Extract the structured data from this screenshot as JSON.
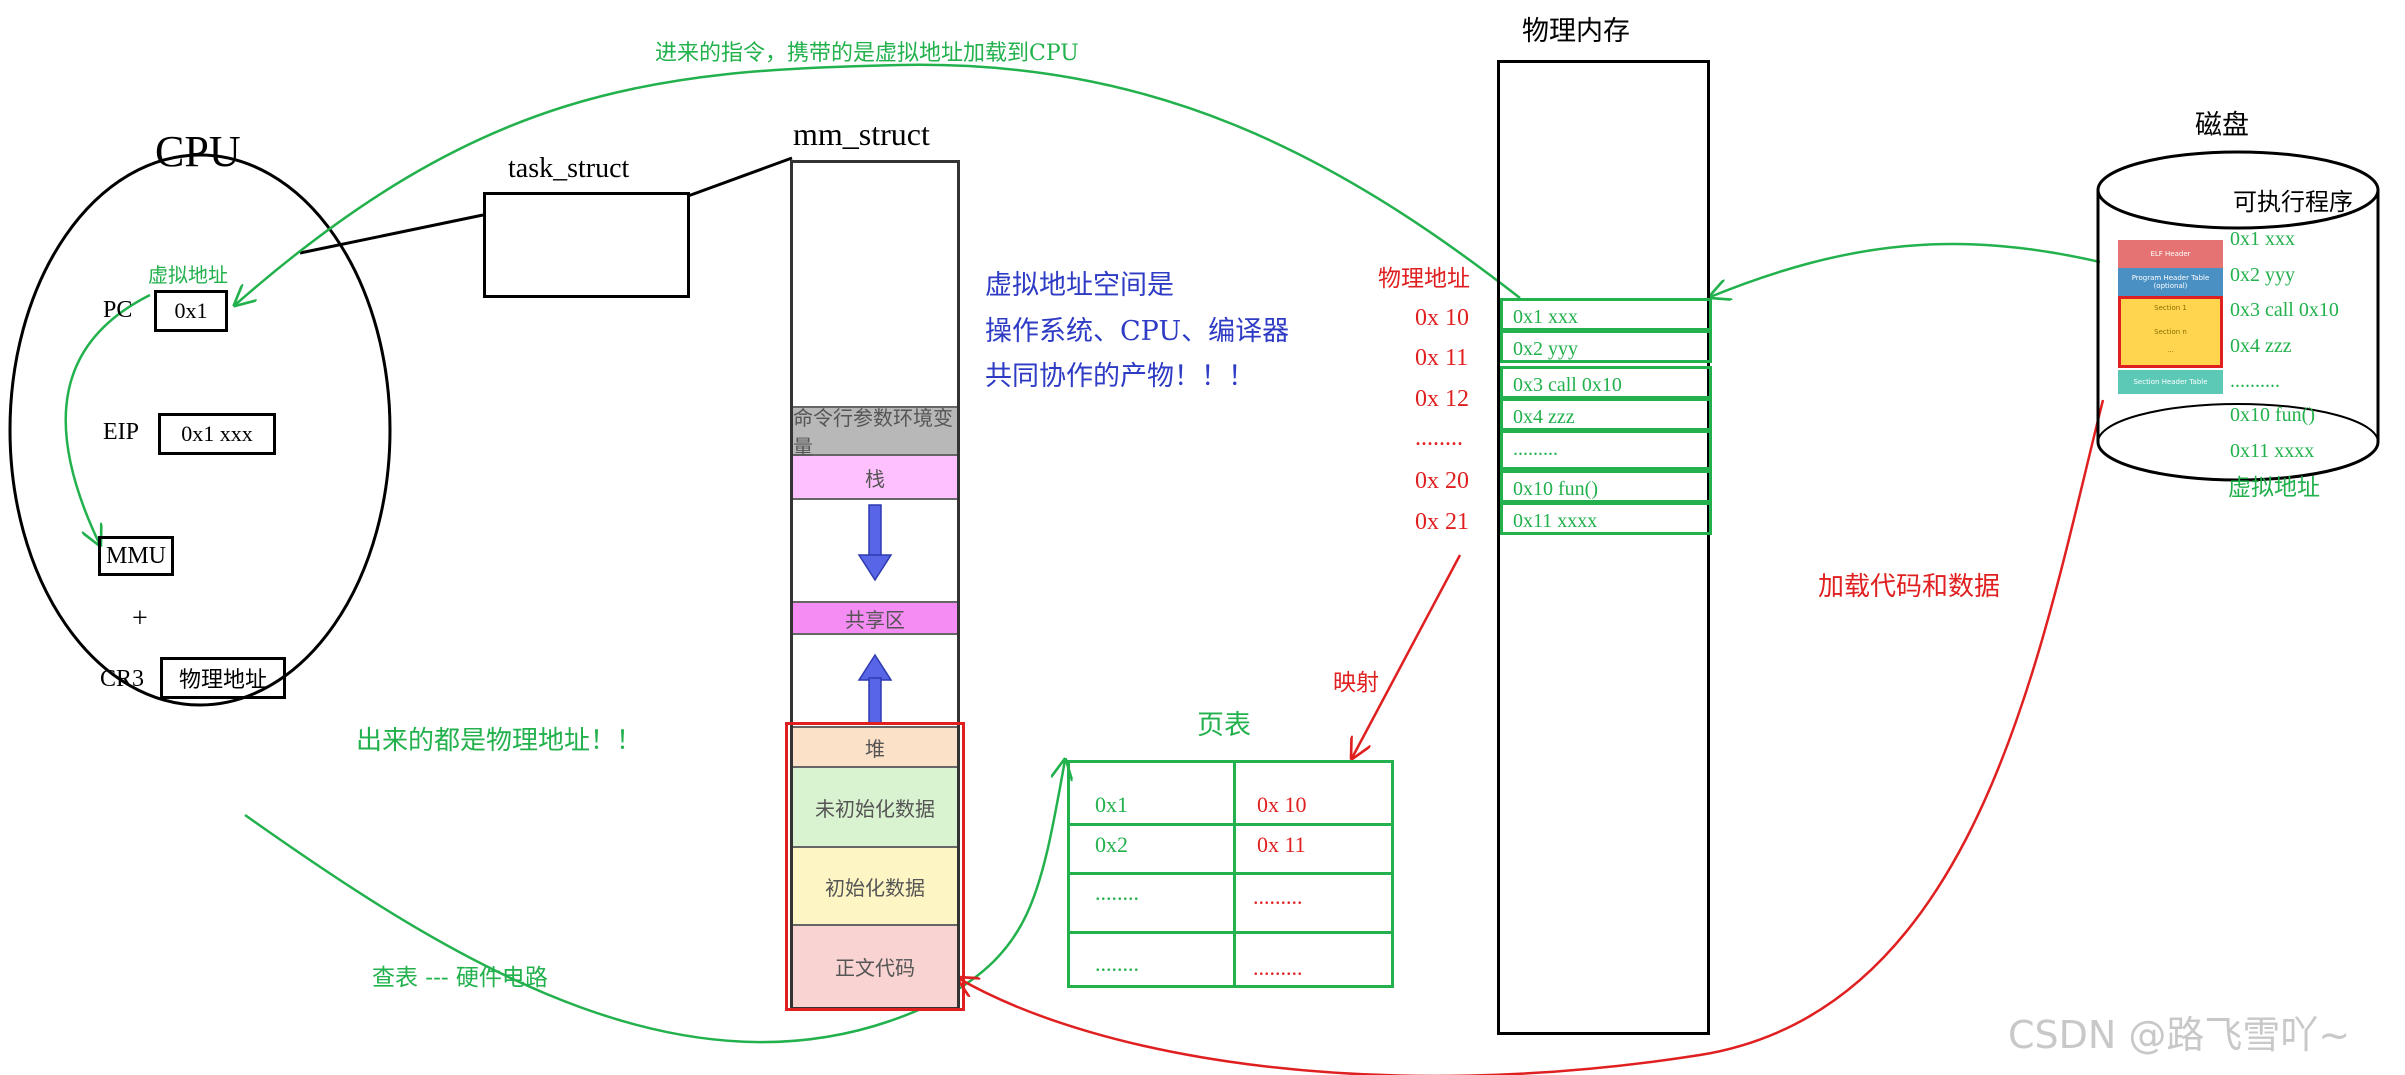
{
  "colors": {
    "green": "#22b14c",
    "red": "#e02020",
    "blue_text": "#2e3bc4",
    "black": "#000000",
    "seg_pink": "#ffc0ff",
    "seg_magenta": "#f48cf4",
    "seg_grey": "#b8b8b8",
    "seg_heap": "#fbe1c8",
    "seg_bss": "#d9f2d0",
    "seg_data": "#fdf6c4",
    "seg_text": "#f9d2d2",
    "arrow_blue": "#5865e6"
  },
  "cpu": {
    "title": "CPU",
    "virtual_addr_label": "虚拟地址",
    "pc_label": "PC",
    "pc_value": "0x1",
    "eip_label": "EIP",
    "eip_value": "0x1 xxx",
    "mmu_label": "MMU",
    "plus": "+",
    "cr3_label": "CR3",
    "cr3_value": "物理地址"
  },
  "task_struct": {
    "label": "task_struct"
  },
  "mm_struct": {
    "label": "mm_struct",
    "segments": [
      "命令行参数环境变量",
      "栈",
      "共享区",
      "堆",
      "未初始化数据",
      "初始化数据",
      "正文代码"
    ]
  },
  "annotations": {
    "top_arrow": "进来的指令，携带的是虚拟地址加载到CPU",
    "vas_line1": "虚拟地址空间是",
    "vas_line2": "操作系统、CPU、编译器",
    "vas_line3": "共同协作的产物！！！",
    "physical_out": "出来的都是物理地址！！",
    "lookup": "查表 --- 硬件电路",
    "mapping": "映射",
    "load_code": "加载代码和数据"
  },
  "physical_memory": {
    "title": "物理内存",
    "addr_label": "物理地址",
    "addresses": [
      "0x 10",
      "0x 11",
      "0x 12",
      "........",
      "0x 20",
      "0x 21"
    ],
    "rows": [
      "0x1 xxx",
      "0x2 yyy",
      "0x3 call 0x10",
      "0x4 zzz",
      ".........",
      "0x10  fun()",
      "0x11 xxxx"
    ]
  },
  "page_table": {
    "title": "页表",
    "rows": [
      {
        "virtual": "0x1",
        "physical": "0x 10"
      },
      {
        "virtual": "0x2",
        "physical": "0x 11"
      },
      {
        "virtual": "........",
        "physical": "........."
      },
      {
        "virtual": "........",
        "physical": "........."
      }
    ]
  },
  "disk": {
    "title": "磁盘",
    "program_label": "可执行程序",
    "virtual_addr_label": "虚拟地址",
    "code_lines": [
      "0x1 xxx",
      "0x2 yyy",
      "0x3 call 0x10",
      "0x4 zzz",
      "..........",
      "0x10  fun()",
      "0x11 xxxx"
    ],
    "elf_sections": [
      "ELF Header",
      "Program Header Table (optional)",
      "Section 1",
      "Section n",
      "...",
      "Section Header Table"
    ]
  },
  "watermark": "CSDN @路飞雪吖~"
}
